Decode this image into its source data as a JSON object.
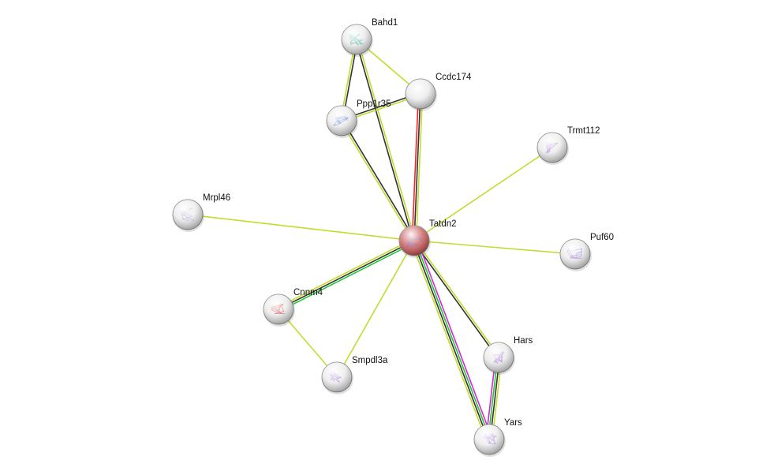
{
  "evidence_colors": {
    "textmining": "#c2dc2e",
    "coexpression": "#333333",
    "experiments": "#22c833",
    "fusion": "#ff2020",
    "database": "#dd22dd"
  },
  "nodes": [
    {
      "id": "Bahd1",
      "label": "Bahd1",
      "color": "#e8e8e8",
      "structure": "#40b0a0"
    },
    {
      "id": "Ccdc174",
      "label": "Ccdc174",
      "color": "#e8e8e8",
      "structure": ""
    },
    {
      "id": "Ppp1r35",
      "label": "Ppp1r35",
      "color": "#e8e8e8",
      "structure": "#4477cc"
    },
    {
      "id": "Trmt112",
      "label": "Trmt112",
      "color": "#e8e8e8",
      "structure": "#a070d0"
    },
    {
      "id": "Mrpl46",
      "label": "Mrpl46",
      "color": "#e8e8e8",
      "structure": "#b0a0d0"
    },
    {
      "id": "Tatdn2",
      "label": "Tatdn2",
      "color": "#c84a4a",
      "structure": "#6a4aa0"
    },
    {
      "id": "Puf60",
      "label": "Puf60",
      "color": "#e8e8e8",
      "structure": "#a070d0"
    },
    {
      "id": "Cnnm4",
      "label": "Cnnm4",
      "color": "#e8e8e8",
      "structure": "#d04040"
    },
    {
      "id": "Hars",
      "label": "Hars",
      "color": "#e8e8e8",
      "structure": "#a070d0"
    },
    {
      "id": "Smpdl3a",
      "label": "Smpdl3a",
      "color": "#e8e8e8",
      "structure": "#a070d0"
    },
    {
      "id": "Yars",
      "label": "Yars",
      "color": "#e8e8e8",
      "structure": "#a070d0"
    }
  ],
  "edges": [
    {
      "a": "Bahd1",
      "b": "Ppp1r35",
      "evidence": [
        "coexpression",
        "textmining"
      ]
    },
    {
      "a": "Bahd1",
      "b": "Tatdn2",
      "evidence": [
        "textmining",
        "coexpression"
      ]
    },
    {
      "a": "Bahd1",
      "b": "Ccdc174",
      "evidence": [
        "textmining"
      ]
    },
    {
      "a": "Ppp1r35",
      "b": "Ccdc174",
      "evidence": [
        "coexpression",
        "textmining"
      ]
    },
    {
      "a": "Ppp1r35",
      "b": "Tatdn2",
      "evidence": [
        "coexpression",
        "textmining"
      ]
    },
    {
      "a": "Ccdc174",
      "b": "Tatdn2",
      "evidence": [
        "textmining",
        "coexpression",
        "fusion"
      ]
    },
    {
      "a": "Trmt112",
      "b": "Tatdn2",
      "evidence": [
        "textmining"
      ]
    },
    {
      "a": "Mrpl46",
      "b": "Tatdn2",
      "evidence": [
        "textmining"
      ]
    },
    {
      "a": "Puf60",
      "b": "Tatdn2",
      "evidence": [
        "textmining"
      ]
    },
    {
      "a": "Cnnm4",
      "b": "Tatdn2",
      "evidence": [
        "textmining",
        "coexpression",
        "experiments"
      ]
    },
    {
      "a": "Smpdl3a",
      "b": "Tatdn2",
      "evidence": [
        "textmining"
      ]
    },
    {
      "a": "Cnnm4",
      "b": "Smpdl3a",
      "evidence": [
        "textmining"
      ]
    },
    {
      "a": "Hars",
      "b": "Tatdn2",
      "evidence": [
        "coexpression",
        "textmining"
      ]
    },
    {
      "a": "Yars",
      "b": "Tatdn2",
      "evidence": [
        "textmining",
        "coexpression",
        "experiments",
        "database"
      ]
    },
    {
      "a": "Hars",
      "b": "Yars",
      "evidence": [
        "textmining",
        "coexpression",
        "experiments",
        "database"
      ]
    }
  ]
}
